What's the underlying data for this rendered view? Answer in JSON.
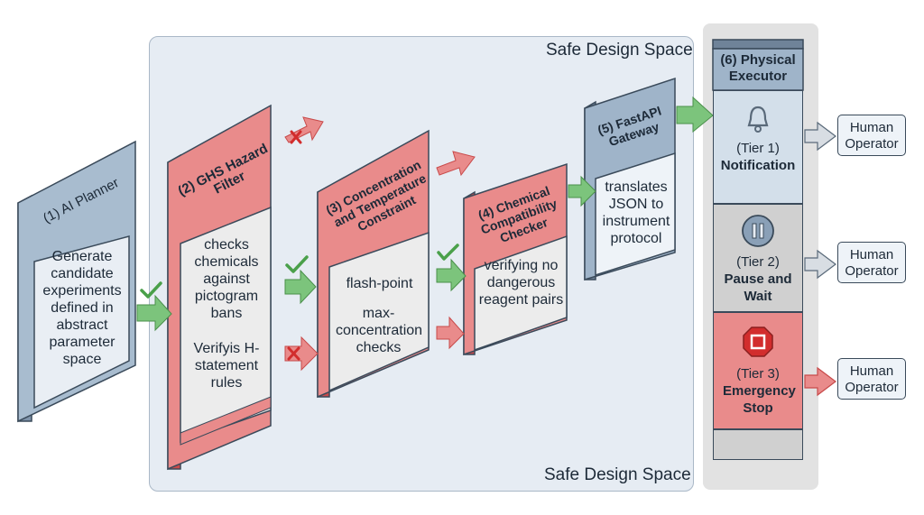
{
  "space_label_top": "Safe Design Space",
  "space_label_bottom": "Safe Design Space",
  "planner": {
    "title": "(1) AI Planner",
    "body": "Generate candidate experiments defined in abstract parameter space"
  },
  "ghs": {
    "title": "(2) GHS Hazard Filter",
    "body1": "checks chemicals against pictogram bans",
    "body2": "Verifyis H-statement rules"
  },
  "conc": {
    "title": "(3) Concentration and Temperature Constraint",
    "body1": "flash-point",
    "body2": "max-concentration checks"
  },
  "compat": {
    "title": "(4) Chemical Compatibility Checker",
    "body": "verifying no dangerous reagent pairs"
  },
  "gateway": {
    "title": "(5) FastAPI Gateway",
    "body": "translates JSON to instrument protocol"
  },
  "executor": {
    "title": "(6) Physical Executor",
    "tier1": {
      "label": "(Tier 1)",
      "name": "Notification",
      "icon": "bell-icon"
    },
    "tier2": {
      "label": "(Tier 2)",
      "name": "Pause and Wait",
      "icon": "pause-icon"
    },
    "tier3": {
      "label": "(Tier 3)",
      "name": "Emergency Stop",
      "icon": "stop-icon"
    }
  },
  "operators": [
    "Human Operator",
    "Human Operator",
    "Human Operator"
  ],
  "colors": {
    "red": "#e58585",
    "red_dark": "#d25656",
    "blue": "#9fb4c9",
    "blue_light": "#d3dfea",
    "gray": "#d0d0d0",
    "green": "#7cc47c"
  }
}
